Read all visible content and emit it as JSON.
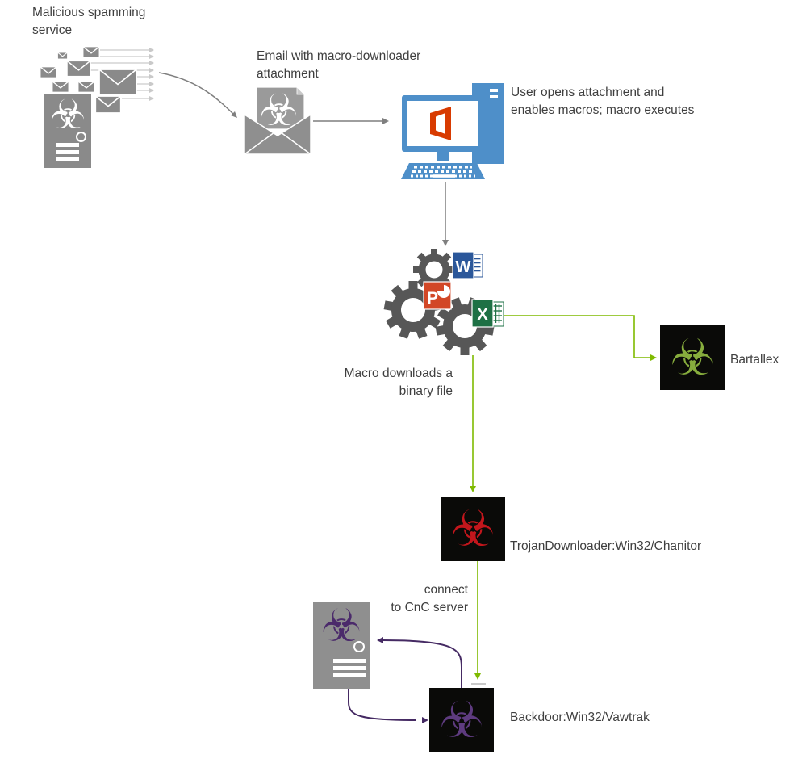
{
  "glyphs": {
    "biohazard": "☣"
  },
  "colors": {
    "text": "#3f3f3f",
    "gray": "#8a8a8a",
    "gray-dark": "#575757",
    "line-light": "#c9c9c9",
    "line-gray": "#7f7f7f",
    "blue": "#4e8fc9",
    "office-red": "#d83b01",
    "word-blue": "#2b579a",
    "ppt-orange": "#d24726",
    "excel-green": "#1e7145",
    "green": "#7fba00",
    "purple": "#452a63",
    "bio-green": "#87ad3d",
    "bio-red": "#c3161c",
    "bio-purple": "#5e3b7f",
    "bio-purple-dark": "#4b2a6b",
    "node-black": "#0a0a08"
  },
  "labels": {
    "spam_service": "Malicious spamming\nservice",
    "email_attachment": "Email with macro-downloader\nattachment",
    "user_opens": "User opens attachment and\nenables macros; macro executes",
    "macro_downloads": "Macro downloads a\nbinary file",
    "bartallex": "Bartallex",
    "chanitor": "TrojanDownloader:Win32/Chanitor",
    "connect_cnc": "connect\nto CnC server",
    "vawtrak": "Backdoor:Win32/Vawtrak"
  },
  "office_icons": {
    "word": "W",
    "powerpoint": "P",
    "excel": "X"
  }
}
